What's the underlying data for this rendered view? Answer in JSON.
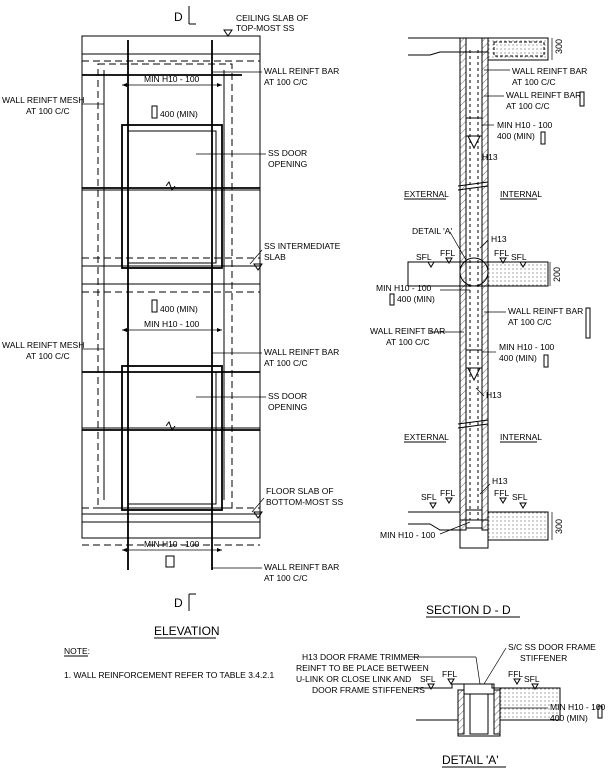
{
  "elevation": {
    "section_marker": "D",
    "ceiling_slab": [
      "CEILING SLAB OF",
      "TOP-MOST SS"
    ],
    "wall_reinft_bar": [
      "WALL REINFT BAR",
      "AT 100 C/C"
    ],
    "wall_reinft_mesh": [
      "WALL REINFT MESH",
      "AT 100 C/C"
    ],
    "min_h10": "MIN H10 - 100",
    "min_400": "400 (MIN)",
    "door_opening": [
      "SS DOOR",
      "OPENING"
    ],
    "intermediate_slab": [
      "SS INTERMEDIATE",
      "SLAB"
    ],
    "floor_slab": [
      "FLOOR SLAB OF",
      "BOTTOM-MOST SS"
    ],
    "title": "ELEVATION"
  },
  "section": {
    "dim_300": "300",
    "dim_200": "200",
    "wall_reinft_bar": [
      "WALL REINFT BAR",
      "AT 100 C/C"
    ],
    "min_h10_400": [
      "MIN H10 - 100",
      "400 (MIN)"
    ],
    "min_h10": "MIN H10 - 100",
    "min_400": "400 (MIN)",
    "h13": "H13",
    "external": "EXTERNAL",
    "internal": "INTERNAL",
    "detail_a": "DETAIL 'A'",
    "sfl": "SFL",
    "ffl": "FFL",
    "title": "SECTION D - D"
  },
  "note": {
    "heading": "NOTE:",
    "item_1": "1. WALL REINFORCEMENT REFER TO TABLE 3.4.2.1"
  },
  "detail": {
    "trimmer": [
      "H13 DOOR FRAME TRIMMER",
      "REINFT TO BE PLACE BETWEEN",
      "U-LINK OR CLOSE LINK AND",
      "DOOR FRAME STIFFENERS"
    ],
    "stiffener": [
      "S/C SS DOOR FRAME",
      "STIFFENER"
    ],
    "sfl": "SFL",
    "ffl": "FFL",
    "min_h10_400": [
      "MIN H10 - 100",
      "400 (MIN)"
    ],
    "title": "DETAIL 'A'"
  }
}
